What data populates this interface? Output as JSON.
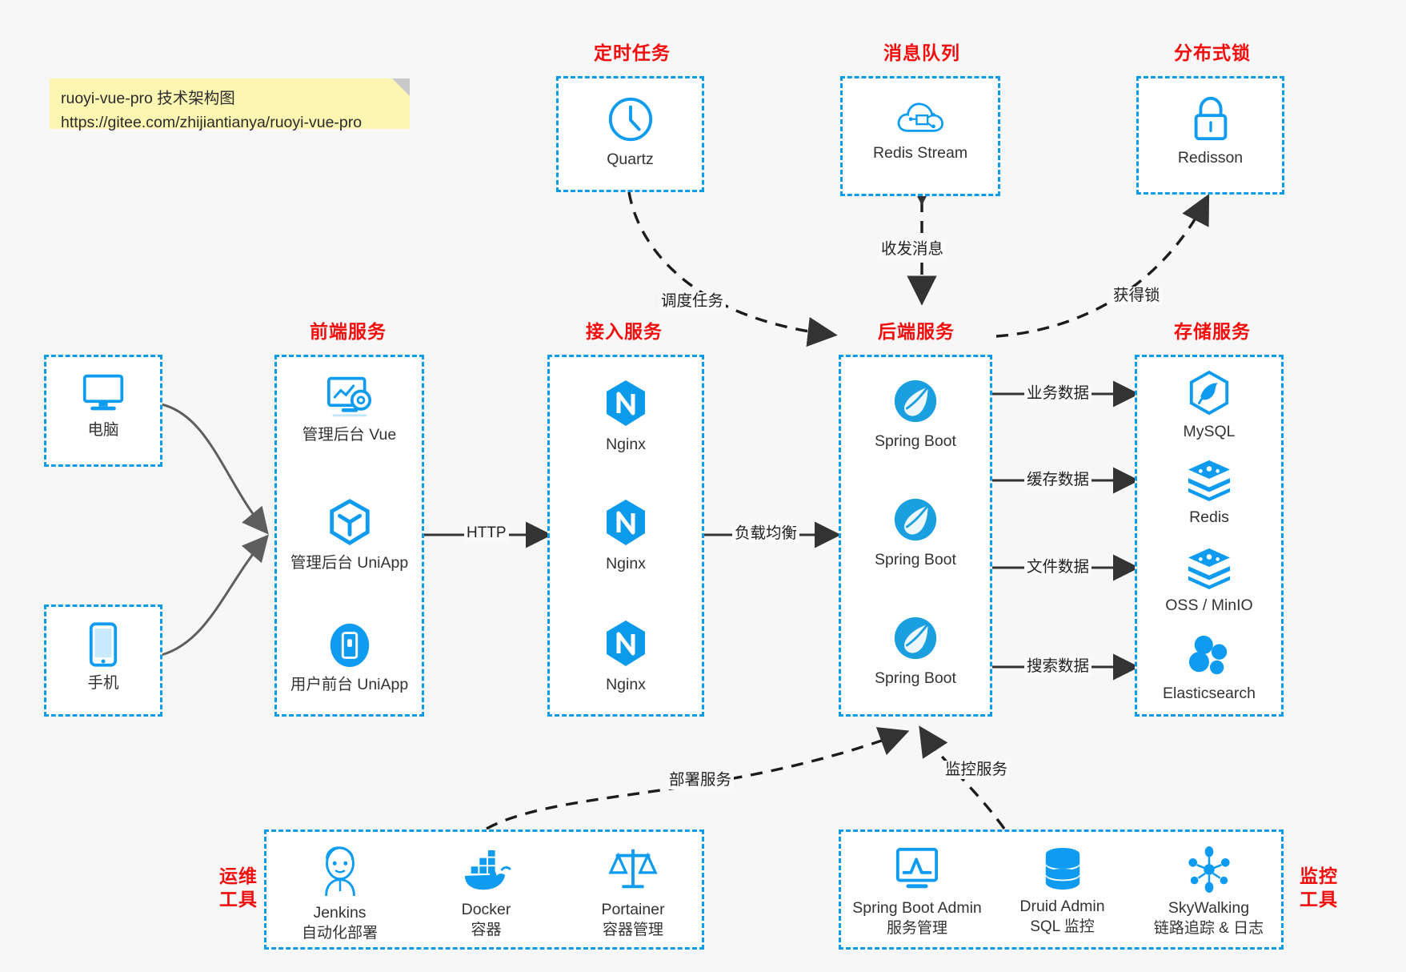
{
  "note": {
    "line1": "ruoyi-vue-pro 技术架构图",
    "line2": "https://gitee.com/zhijiantianya/ruoyi-vue-pro"
  },
  "colors": {
    "accent_blue": "#0c9aeb",
    "icon_blue": "#0f9cf0",
    "title_red": "#f20d0d",
    "note_yellow": "#fdf6b3",
    "background": "#f7f7f7",
    "arrow_dark": "#333333",
    "curve_gray": "#5e5e5e"
  },
  "groups": {
    "scheduled_tasks": {
      "title": "定时任务",
      "nodes": [
        {
          "label": "Quartz",
          "icon": "clock-icon"
        }
      ]
    },
    "message_queue": {
      "title": "消息队列",
      "nodes": [
        {
          "label": "Redis Stream",
          "icon": "cloud-network-icon"
        }
      ]
    },
    "distributed_lock": {
      "title": "分布式锁",
      "nodes": [
        {
          "label": "Redisson",
          "icon": "lock-icon"
        }
      ]
    },
    "clients": [
      {
        "label": "电脑",
        "icon": "desktop-monitor-icon"
      },
      {
        "label": "手机",
        "icon": "mobile-phone-icon"
      }
    ],
    "frontend": {
      "title": "前端服务",
      "nodes": [
        {
          "label": "管理后台 Vue",
          "icon": "dashboard-gear-icon"
        },
        {
          "label": "管理后台 UniApp",
          "icon": "cube-icon"
        },
        {
          "label": "用户前台 UniApp",
          "icon": "mobile-app-icon"
        }
      ]
    },
    "gateway": {
      "title": "接入服务",
      "nodes": [
        {
          "label": "Nginx",
          "icon": "nginx-icon"
        },
        {
          "label": "Nginx",
          "icon": "nginx-icon"
        },
        {
          "label": "Nginx",
          "icon": "nginx-icon"
        }
      ]
    },
    "backend": {
      "title": "后端服务",
      "nodes": [
        {
          "label": "Spring Boot",
          "icon": "spring-boot-icon"
        },
        {
          "label": "Spring Boot",
          "icon": "spring-boot-icon"
        },
        {
          "label": "Spring Boot",
          "icon": "spring-boot-icon"
        }
      ]
    },
    "storage": {
      "title": "存储服务",
      "nodes": [
        {
          "label": "MySQL",
          "icon": "mysql-icon"
        },
        {
          "label": "Redis",
          "icon": "redis-stack-icon"
        },
        {
          "label": "OSS / MinIO",
          "icon": "object-storage-icon"
        },
        {
          "label": "Elasticsearch",
          "icon": "elasticsearch-icon"
        }
      ]
    },
    "devops": {
      "title_line1": "运维",
      "title_line2": "工具",
      "nodes": [
        {
          "label": "Jenkins",
          "sublabel": "自动化部署",
          "icon": "jenkins-butler-icon"
        },
        {
          "label": "Docker",
          "sublabel": "容器",
          "icon": "docker-whale-icon"
        },
        {
          "label": "Portainer",
          "sublabel": "容器管理",
          "icon": "scales-balance-icon"
        }
      ]
    },
    "monitoring": {
      "title_line1": "监控",
      "title_line2": "工具",
      "nodes": [
        {
          "label": "Spring Boot Admin",
          "sublabel": "服务管理",
          "icon": "monitor-chart-icon"
        },
        {
          "label": "Druid Admin",
          "sublabel": "SQL 监控",
          "icon": "database-cylinder-icon"
        },
        {
          "label": "SkyWalking",
          "sublabel": "链路追踪 & 日志",
          "icon": "skywalking-nodes-icon"
        }
      ]
    }
  },
  "edges": {
    "schedule_task": "调度任务",
    "send_receive_message": "收发消息",
    "acquire_lock": "获得锁",
    "http": "HTTP",
    "load_balance": "负载均衡",
    "business_data": "业务数据",
    "cache_data": "缓存数据",
    "file_data": "文件数据",
    "search_data": "搜索数据",
    "deploy_service": "部署服务",
    "monitor_service": "监控服务"
  }
}
